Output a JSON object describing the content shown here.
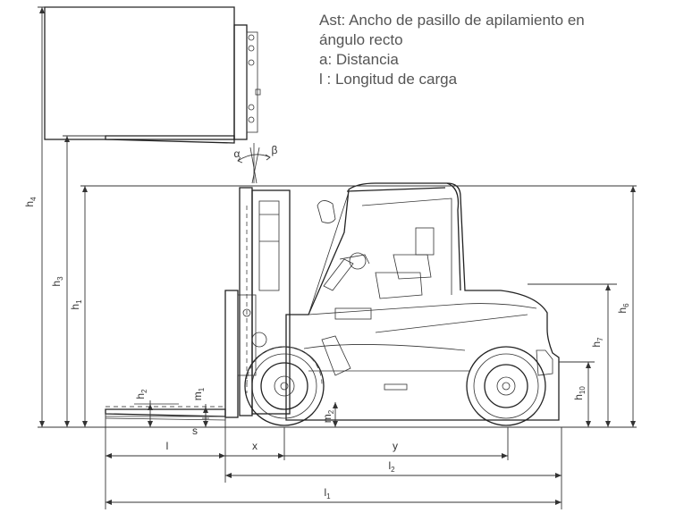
{
  "legend": {
    "line1": "Ast: Ancho de pasillo de apilamiento en",
    "line2": "ángulo recto",
    "line3": "a: Distancia",
    "line4": "l : Longitud de carga"
  },
  "dimensions": {
    "h4": {
      "base": "h",
      "sub": "4"
    },
    "h3": {
      "base": "h",
      "sub": "3"
    },
    "h1": {
      "base": "h",
      "sub": "1"
    },
    "h2": {
      "base": "h",
      "sub": "2"
    },
    "m1": {
      "base": "m",
      "sub": "1"
    },
    "m2": {
      "base": "m",
      "sub": "2"
    },
    "s": {
      "base": "s",
      "sub": ""
    },
    "h6": {
      "base": "h",
      "sub": "6"
    },
    "h7": {
      "base": "h",
      "sub": "7"
    },
    "h10": {
      "base": "h",
      "sub": "10"
    },
    "l": {
      "base": "l",
      "sub": ""
    },
    "x": {
      "base": "x",
      "sub": ""
    },
    "y": {
      "base": "y",
      "sub": ""
    },
    "l2": {
      "base": "l",
      "sub": "2"
    },
    "l1": {
      "base": "l",
      "sub": "1"
    },
    "alpha": {
      "base": "α",
      "sub": ""
    },
    "beta": {
      "base": "β",
      "sub": ""
    }
  }
}
